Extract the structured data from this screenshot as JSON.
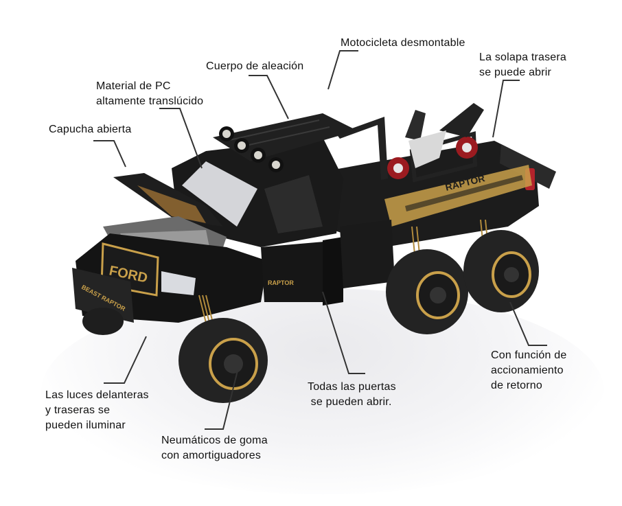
{
  "image": {
    "subject": "Black 6x6 die-cast pickup truck model with detachable motorcycle in bed",
    "background_color": "#ffffff",
    "body_color": "#1a1a1a",
    "accent_color": "#c9a04a",
    "tail_light_color": "#b3232b"
  },
  "truck_text": {
    "grille": "FORD",
    "bumper": "BEAST RAPTOR",
    "door_badge": "RAPTOR",
    "bed_decal": "RAPTOR"
  },
  "callouts": [
    {
      "id": "motorcycle",
      "text": "Motocicleta desmontable"
    },
    {
      "id": "tailgate",
      "text": "La solapa trasera\nse puede abrir"
    },
    {
      "id": "alloy-body",
      "text": "Cuerpo de aleación"
    },
    {
      "id": "pc-material",
      "text": "Material de PC\naltamente translúcido"
    },
    {
      "id": "hood",
      "text": "Capucha abierta"
    },
    {
      "id": "pullback",
      "text": "Con función de\naccionamiento\nde retorno"
    },
    {
      "id": "doors",
      "text": "Todas las puertas\n se pueden abrir."
    },
    {
      "id": "lights",
      "text": "Las luces delanteras\ny traseras se\npueden iluminar"
    },
    {
      "id": "tires",
      "text": "Neumáticos de goma\ncon amortiguadores"
    }
  ]
}
